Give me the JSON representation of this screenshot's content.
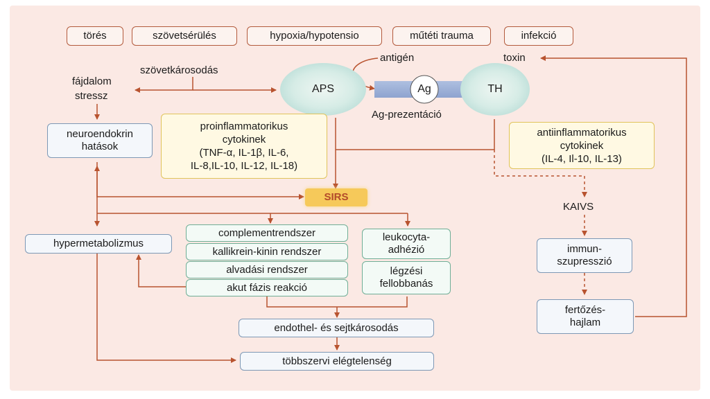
{
  "triggers": [
    "törés",
    "szövetsérülés",
    "hypoxia/hypotensio",
    "műtéti trauma",
    "infekció"
  ],
  "labels": {
    "antigen": "antigén",
    "toxin": "toxin",
    "szovetkarosodas": "szövetkárosodás",
    "fajdalom": "fájdalom",
    "stressz": "stressz",
    "ag_prezentacio": "Ag-prezentáció",
    "kaivs": "KAIVS"
  },
  "nodes": {
    "aps": "APS",
    "ag": "Ag",
    "th": "TH",
    "neuroendokrin": [
      "neuroendokrin",
      "hatások"
    ],
    "proinflammatory": [
      "proinflammatorikus",
      "cytokinek",
      "(TNF-α, IL-1β, IL-6,",
      "IL-8,IL-10, IL-12, IL-18)"
    ],
    "antiinflammatory": [
      "antiinflammatorikus",
      "cytokinek",
      "(IL-4, Il-10, IL-13)"
    ],
    "sirs": "SIRS",
    "hypermetabolizmus": "hypermetabolizmus",
    "cascades": [
      "complementrendszer",
      "kallikrein-kinin rendszer",
      "alvadási rendszer",
      "akut fázis reakció"
    ],
    "leukocyta": [
      "leukocyta-",
      "adhézió"
    ],
    "legzesi": [
      "légzési",
      "fellobbanás"
    ],
    "immunszupresszio": [
      "immun-",
      "szupresszió"
    ],
    "fertozes": [
      "fertőzés-",
      "hajlam"
    ],
    "endothel": "endothel- és sejtkárosodás",
    "tobbszervi": "többszervi elégtelenség"
  },
  "colors": {
    "arrow": "#b8532f",
    "dashed": "#b8532f",
    "background": "#fbe9e4",
    "sirs_fill": "#f6c95a"
  }
}
